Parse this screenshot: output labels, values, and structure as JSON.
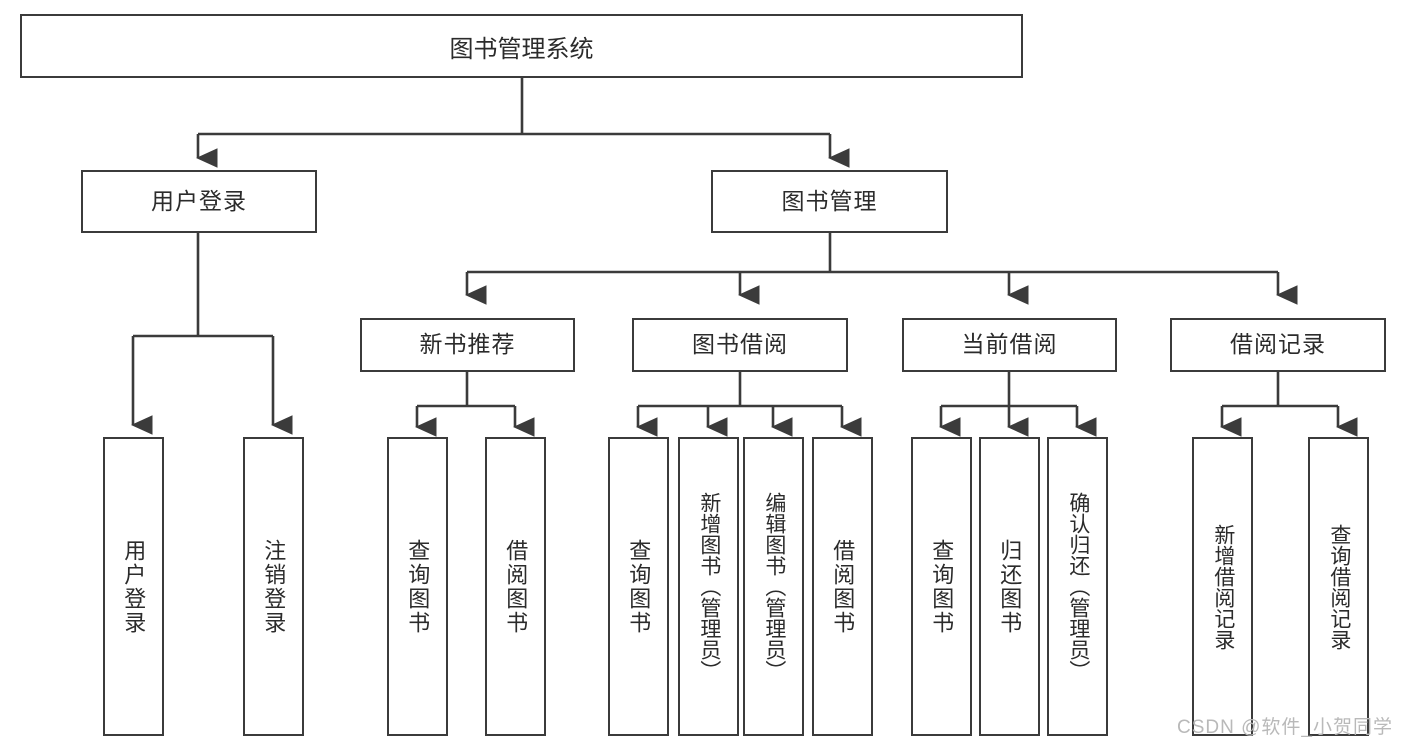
{
  "diagram": {
    "title": "图书管理系统",
    "type": "hierarchy-tree",
    "colors": {
      "box_border": "#3b3b3b",
      "box_fill": "#ffffff",
      "edge": "#3b3b3b",
      "text": "#2b2b2b",
      "watermark": "#b9b9b9"
    },
    "root": {
      "label": "图书管理系统"
    },
    "level2": [
      {
        "label": "用户登录"
      },
      {
        "label": "图书管理"
      }
    ],
    "level3": [
      {
        "label": "新书推荐"
      },
      {
        "label": "图书借阅"
      },
      {
        "label": "当前借阅"
      },
      {
        "label": "借阅记录"
      }
    ],
    "leaves": {
      "user_login": [
        {
          "label": "用户登录"
        },
        {
          "label": "注销登录"
        }
      ],
      "new_book_recommend": [
        {
          "label": "查询图书"
        },
        {
          "label": "借阅图书"
        }
      ],
      "book_borrow": [
        {
          "label": "查询图书"
        },
        {
          "label": "新增图书（管理员）"
        },
        {
          "label": "编辑图书（管理员）"
        },
        {
          "label": "借阅图书"
        }
      ],
      "current_borrow": [
        {
          "label": "查询图书"
        },
        {
          "label": "归还图书"
        },
        {
          "label": "确认归还（管理员）"
        }
      ],
      "borrow_record": [
        {
          "label": "新增借阅记录"
        },
        {
          "label": "查询借阅记录"
        }
      ]
    },
    "watermark": "CSDN @软件_小贺同学"
  }
}
